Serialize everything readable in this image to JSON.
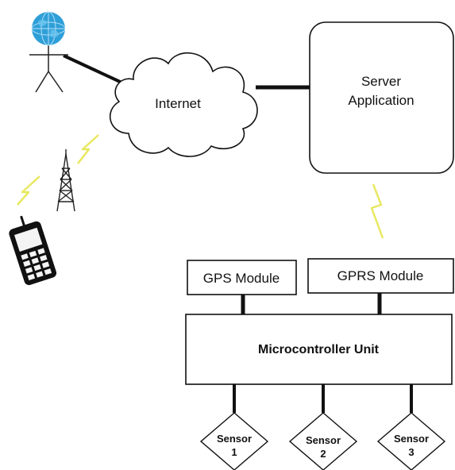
{
  "nodes": {
    "internet": "Internet",
    "server_line1": "Server",
    "server_line2": "Application",
    "gps": "GPS Module",
    "gprs": "GPRS Module",
    "mcu": "Microcontroller Unit",
    "sensors": [
      {
        "name": "Sensor",
        "number": "1"
      },
      {
        "name": "Sensor",
        "number": "2"
      },
      {
        "name": "Sensor",
        "number": "3"
      }
    ]
  },
  "icons": [
    "user-globe-icon",
    "cell-tower-icon",
    "mobile-phone-icon",
    "wireless-signal-icon"
  ],
  "colors": {
    "globe": "#2f9fd8",
    "lightning": "#e8e860",
    "line": "#111111"
  }
}
